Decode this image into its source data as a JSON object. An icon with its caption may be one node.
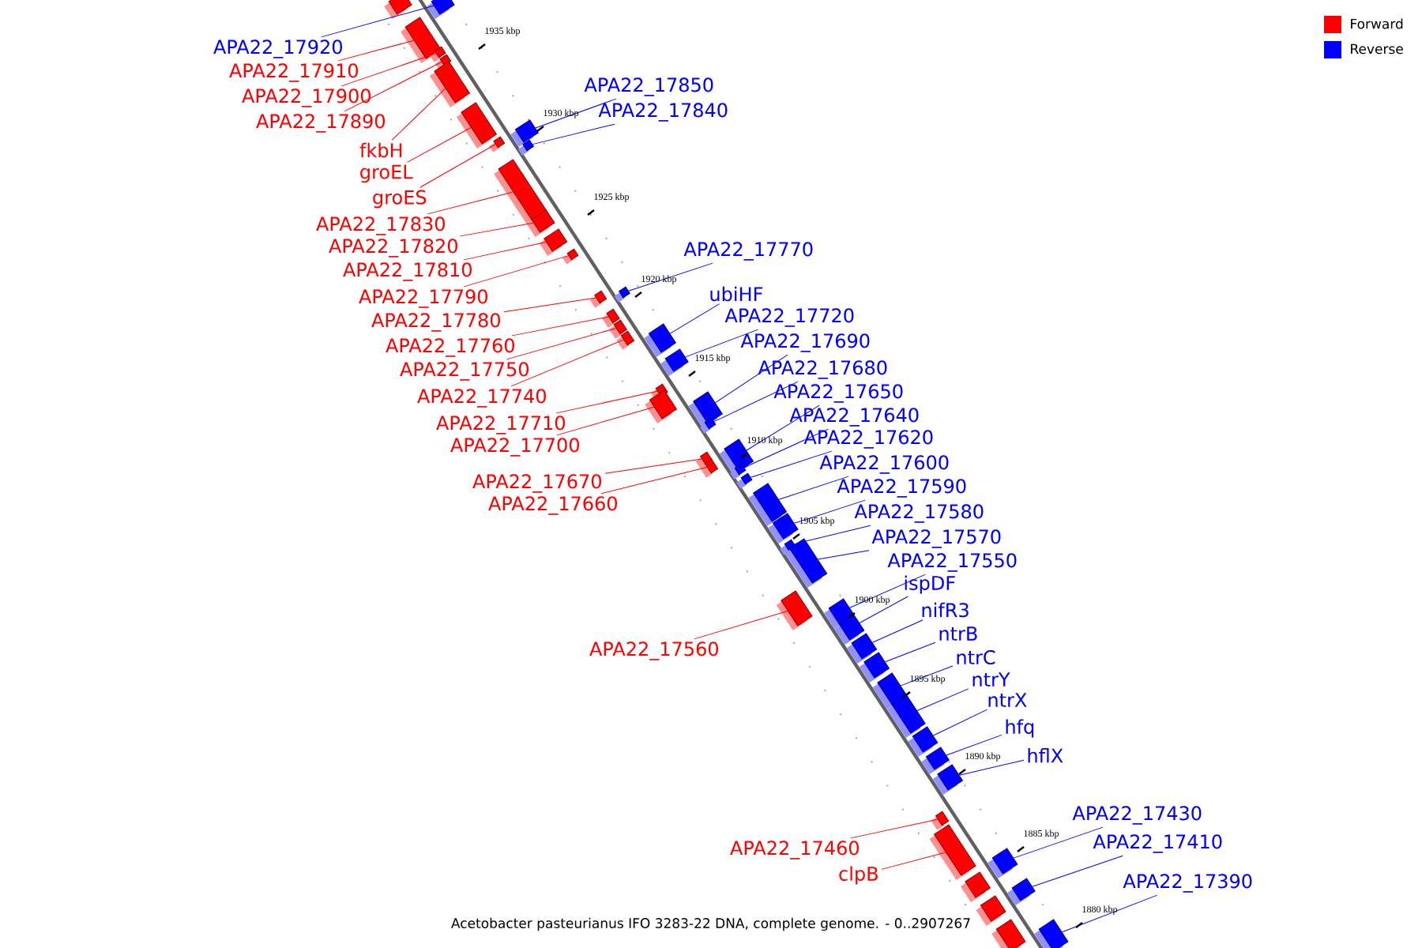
{
  "diagram": {
    "caption": "Acetobacter pasteurianus IFO 3283-22 DNA, complete genome. - 0..2907267",
    "nodes": [
      {
        "text": [
          "APA22_17920"
        ]
      },
      {
        "text": [],
        "shape": "box"
      },
      {
        "text": [],
        "shape": "box"
      },
      {
        "text": [
          "APA22_17910"
        ]
      },
      {
        "text": [],
        "shape": "box"
      },
      {
        "text": [
          "APA22_17900"
        ]
      },
      {
        "text": [],
        "shape": "box"
      },
      {
        "text": [
          "APA22_17890"
        ]
      },
      {
        "text": [],
        "shape": "box"
      },
      {
        "text": [
          "fkbH"
        ]
      },
      {
        "text": [],
        "shape": "box"
      },
      {
        "text": [
          "groEL"
        ]
      },
      {
        "text": [],
        "shape": "box"
      },
      {
        "text": [
          "APA22_17850"
        ]
      },
      {
        "text": [],
        "shape": "box"
      },
      {
        "text": [
          "groES"
        ]
      },
      {
        "text": [],
        "shape": "box"
      },
      {
        "text": [
          "APA22_17840"
        ]
      },
      {
        "text": [],
        "shape": "box"
      },
      {
        "text": [
          "APA22_17830"
        ]
      },
      {
        "text": [],
        "shape": "box"
      },
      {
        "text": [
          "APA22_17820"
        ]
      },
      {
        "text": [],
        "shape": "box"
      },
      {
        "text": [
          "APA22_17810"
        ]
      },
      {
        "text": [],
        "shape": "box"
      },
      {
        "text": [
          "APA22_17790"
        ]
      },
      {
        "text": [],
        "shape": "box"
      },
      {
        "text": [
          "APA22_17770"
        ]
      },
      {
        "text": [],
        "shape": "box"
      },
      {
        "text": [
          "APA22_17780"
        ]
      },
      {
        "text": [],
        "shape": "box"
      },
      {
        "text": [
          "APA22_17760"
        ]
      },
      {
        "text": [],
        "shape": "box"
      },
      {
        "text": [
          "APA22_17750"
        ]
      },
      {
        "text": [],
        "shape": "box"
      },
      {
        "text": [
          "ubiHF"
        ]
      },
      {
        "text": [],
        "shape": "box"
      },
      {
        "text": [
          "APA22_17740"
        ]
      },
      {
        "text": [],
        "shape": "box"
      },
      {
        "text": [
          "APA22_17720"
        ]
      },
      {
        "text": [],
        "shape": "box"
      },
      {
        "text": [
          "APA22_17710"
        ]
      },
      {
        "text": [],
        "shape": "box"
      },
      {
        "text": [
          "APA22_17700"
        ]
      },
      {
        "text": [],
        "shape": "box"
      },
      {
        "text": [
          "APA22_17690"
        ]
      },
      {
        "text": [],
        "shape": "box"
      },
      {
        "text": [
          "APA22_17680"
        ]
      },
      {
        "text": [],
        "shape": "box"
      },
      {
        "text": [
          "APA22_17650"
        ]
      },
      {
        "text": [],
        "shape": "box"
      },
      {
        "text": [
          "APA22_17670"
        ]
      },
      {
        "text": [],
        "shape": "box"
      },
      {
        "text": [
          "APA22_17660"
        ]
      },
      {
        "text": [],
        "shape": "box"
      },
      {
        "text": [
          "APA22_17640"
        ]
      },
      {
        "text": [],
        "shape": "box"
      },
      {
        "text": [
          "APA22_17620"
        ]
      },
      {
        "text": [],
        "shape": "box"
      },
      {
        "text": [
          "APA22_17600"
        ]
      },
      {
        "text": [],
        "shape": "box"
      },
      {
        "text": [
          "APA22_17590"
        ]
      },
      {
        "text": [],
        "shape": "box"
      },
      {
        "text": [
          "APA22_17580"
        ]
      },
      {
        "text": [],
        "shape": "box"
      },
      {
        "text": [
          "APA22_17570"
        ]
      },
      {
        "text": [],
        "shape": "box"
      },
      {
        "text": [
          "APA22_17560"
        ]
      },
      {
        "text": [],
        "shape": "box"
      },
      {
        "text": [
          "APA22_17550"
        ]
      },
      {
        "text": [],
        "shape": "box"
      },
      {
        "text": [
          "ispDF"
        ]
      },
      {
        "text": [],
        "shape": "box"
      },
      {
        "text": [
          "nifR3"
        ]
      },
      {
        "text": [],
        "shape": "box"
      },
      {
        "text": [
          "ntrB"
        ]
      },
      {
        "text": [],
        "shape": "box"
      },
      {
        "text": [
          "ntrC"
        ]
      },
      {
        "text": [],
        "shape": "box"
      },
      {
        "text": [
          "ntrY"
        ]
      },
      {
        "text": [],
        "shape": "box"
      },
      {
        "text": [
          "ntrX"
        ]
      },
      {
        "text": [],
        "shape": "box"
      },
      {
        "text": [
          "hfq"
        ]
      },
      {
        "text": [],
        "shape": "box"
      },
      {
        "text": [
          "hflX"
        ]
      },
      {
        "text": [],
        "shape": "box"
      },
      {
        "text": [
          "APA22_17460"
        ]
      },
      {
        "text": [],
        "shape": "box"
      },
      {
        "text": [
          "clpB"
        ]
      },
      {
        "text": [],
        "shape": "box"
      },
      {
        "text": [
          "APA22_17430"
        ]
      },
      {
        "text": [],
        "shape": "box"
      },
      {
        "text": [],
        "shape": "box"
      },
      {
        "text": [
          "APA22_17410"
        ]
      },
      {
        "text": [],
        "shape": "box"
      },
      {
        "text": [],
        "shape": "box"
      },
      {
        "text": [],
        "shape": "box"
      },
      {
        "text": [
          "APA22_17390"
        ]
      },
      {
        "text": [],
        "shape": "box"
      }
    ],
    "edges": [
      {
        "from": 0,
        "to": 1,
        "arrow": "none"
      },
      {
        "from": 3,
        "to": 4,
        "arrow": "none",
        "color": "#ff0000"
      },
      {
        "from": 5,
        "to": 6,
        "arrow": "none",
        "color": "#ff0000"
      },
      {
        "from": 7,
        "to": 8,
        "arrow": "none",
        "color": "#ff0000"
      },
      {
        "from": 9,
        "to": 10,
        "arrow": "none",
        "color": "#ff0000"
      },
      {
        "from": 11,
        "to": 12,
        "arrow": "none",
        "color": "#ff0000"
      },
      {
        "from": 13,
        "to": 14,
        "arrow": "none"
      },
      {
        "from": 15,
        "to": 16,
        "arrow": "none",
        "color": "#ff0000"
      },
      {
        "from": 17,
        "to": 18,
        "arrow": "none"
      },
      {
        "from": 19,
        "to": 20,
        "arrow": "none",
        "color": "#ff0000"
      },
      {
        "from": 21,
        "to": 22,
        "arrow": "none",
        "color": "#ff0000"
      },
      {
        "from": 23,
        "to": 24,
        "arrow": "none",
        "color": "#ff0000"
      },
      {
        "from": 25,
        "to": 26,
        "arrow": "none",
        "color": "#ff0000"
      },
      {
        "from": 27,
        "to": 28,
        "arrow": "none"
      },
      {
        "from": 29,
        "to": 30,
        "arrow": "none",
        "color": "#ff0000"
      },
      {
        "from": 31,
        "to": 32,
        "arrow": "none",
        "color": "#ff0000"
      },
      {
        "from": 33,
        "to": 34,
        "arrow": "none",
        "color": "#ff0000"
      },
      {
        "from": 35,
        "to": 36,
        "arrow": "none"
      },
      {
        "from": 37,
        "to": 38,
        "arrow": "none",
        "color": "#ff0000"
      },
      {
        "from": 39,
        "to": 40,
        "arrow": "none"
      },
      {
        "from": 41,
        "to": 42,
        "arrow": "none",
        "color": "#ff0000"
      },
      {
        "from": 43,
        "to": 44,
        "arrow": "none",
        "color": "#ff0000"
      },
      {
        "from": 45,
        "to": 46,
        "arrow": "none"
      },
      {
        "from": 47,
        "to": 48,
        "arrow": "none"
      },
      {
        "from": 49,
        "to": 50,
        "arrow": "none"
      },
      {
        "from": 51,
        "to": 52,
        "arrow": "none",
        "color": "#ff0000"
      },
      {
        "from": 53,
        "to": 54,
        "arrow": "none",
        "color": "#ff0000"
      },
      {
        "from": 55,
        "to": 56,
        "arrow": "none"
      },
      {
        "from": 57,
        "to": 58,
        "arrow": "none"
      },
      {
        "from": 59,
        "to": 60,
        "arrow": "none"
      },
      {
        "from": 61,
        "to": 62,
        "arrow": "none"
      },
      {
        "from": 63,
        "to": 64,
        "arrow": "none"
      },
      {
        "from": 65,
        "to": 66,
        "arrow": "none"
      },
      {
        "from": 67,
        "to": 68,
        "arrow": "none",
        "color": "#ff0000"
      },
      {
        "from": 69,
        "to": 70,
        "arrow": "none"
      },
      {
        "from": 71,
        "to": 72,
        "arrow": "none"
      },
      {
        "from": 73,
        "to": 74,
        "arrow": "none"
      },
      {
        "from": 75,
        "to": 76,
        "arrow": "none"
      },
      {
        "from": 77,
        "to": 78,
        "arrow": "none"
      },
      {
        "from": 79,
        "to": 80,
        "arrow": "none"
      },
      {
        "from": 81,
        "to": 82,
        "arrow": "none"
      },
      {
        "from": 83,
        "to": 84,
        "arrow": "none"
      },
      {
        "from": 85,
        "to": 86,
        "arrow": "none"
      },
      {
        "from": 87,
        "to": 88,
        "arrow": "none",
        "color": "#ff0000"
      },
      {
        "from": 89,
        "to": 90,
        "arrow": "none",
        "color": "#ff0000"
      },
      {
        "from": 91,
        "to": 92,
        "arrow": "none"
      },
      {
        "from": 94,
        "to": 95,
        "arrow": "none"
      },
      {
        "from": 98,
        "to": 99,
        "arrow": "none"
      }
    ],
    "labels": [
      "1935 kbp",
      "1930 kbp",
      "1925 kbp",
      "1920 kbp",
      "1915 kbp",
      "1910 kbp",
      "1905 kbp",
      "1900 kbp",
      "1895 kbp",
      "1890 kbp",
      "1885 kbp",
      "1880 kbp"
    ],
    "legend": [
      {
        "text": "Forward",
        "color": "#ff0000"
      },
      {
        "text": "Reverse",
        "color": "#0000ff"
      }
    ]
  }
}
